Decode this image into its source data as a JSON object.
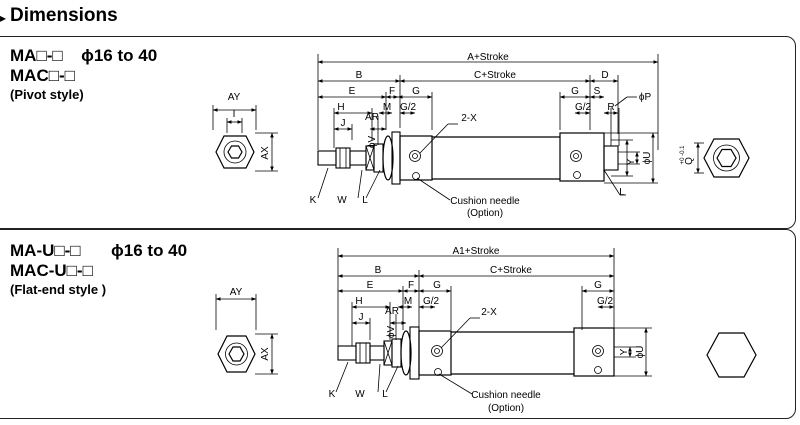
{
  "section_title": "Dimensions",
  "header_bullet": "▸",
  "panels": [
    {
      "model_line1": "MA□-□",
      "range": "ϕ16 to 40",
      "model_line2": "MAC□-□",
      "style": "(Pivot style)",
      "dims": {
        "a_stroke": "A+Stroke",
        "b": "B",
        "c_stroke": "C+Stroke",
        "d": "D",
        "e": "E",
        "f": "F",
        "g": "G",
        "g2": "G/2",
        "h": "H",
        "m": "M",
        "j": "J",
        "ar": "AR",
        "phi_v": "ϕV",
        "s": "S",
        "r": "R",
        "phi_p": "ϕP",
        "phi_u": "ϕU",
        "y": "Y",
        "k": "K",
        "w": "W",
        "l": "L",
        "two_x": "2-X",
        "cushion": "Cushion needle",
        "option": "(Option)",
        "ay": "AY",
        "i": "I",
        "ax": "AX",
        "q": "Q",
        "q_tol": "+0 -0.1",
        "l_right": "L"
      }
    },
    {
      "model_line1": "MA-U□-□",
      "range": "ϕ16 to 40",
      "model_line2": "MAC-U□-□",
      "style": "(Flat-end style )",
      "dims": {
        "a1_stroke": "A1+Stroke",
        "b": "B",
        "c_stroke": "C+Stroke",
        "e": "E",
        "f": "F",
        "g": "G",
        "g2": "G/2",
        "h": "H",
        "m": "M",
        "j": "J",
        "ar": "AR",
        "phi_v": "ϕV",
        "g_right": "G",
        "g2_right": "G/2",
        "phi_u": "ϕU",
        "y": "Y",
        "k": "K",
        "w": "W",
        "l": "L",
        "two_x": "2-X",
        "cushion": "Cushion needle",
        "option": "(Option)",
        "ay": "AY",
        "ax": "AX"
      }
    }
  ]
}
